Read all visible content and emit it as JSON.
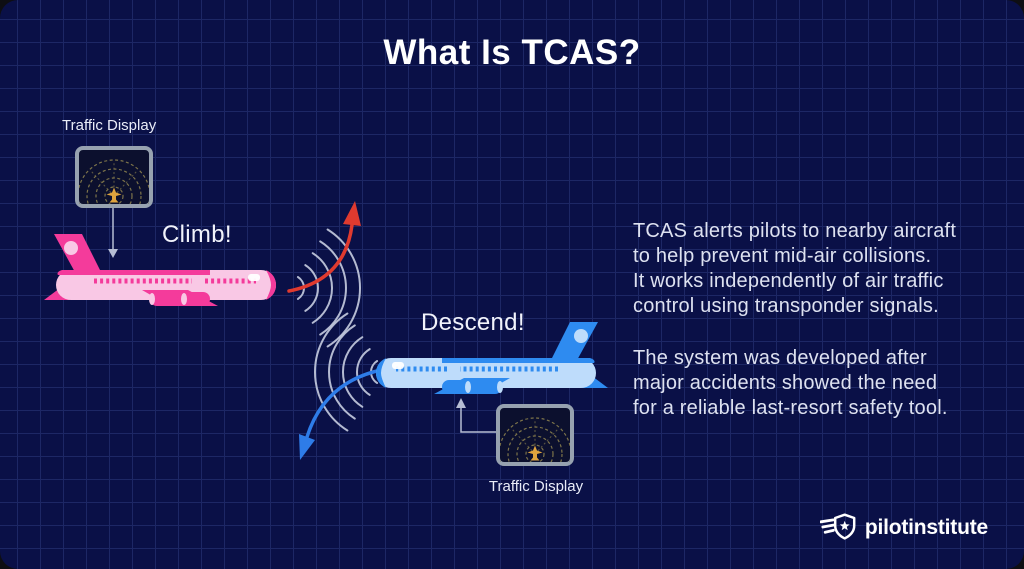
{
  "title": "What Is TCAS?",
  "scene": {
    "top_display_label": "Traffic Display",
    "bottom_display_label": "Traffic Display",
    "climb_label": "Climb!",
    "descend_label": "Descend!"
  },
  "description": {
    "paragraph_1": "TCAS alerts pilots to nearby aircraft\nto help prevent mid-air collisions.\nIt works independently of air traffic\ncontrol using transponder signals.",
    "paragraph_2": "The system was developed after\nmajor accidents showed the need\nfor a reliable last-resort safety tool."
  },
  "footer": {
    "brand_name": "pilotinstitute"
  },
  "icons": {
    "radar_screen": "radar-display-icon",
    "climb_arrow": "climb-arrow-icon",
    "descend_arrow": "descend-arrow-icon",
    "signal_waves": "signal-waves-icon",
    "brand_badge": "winged-shield-star-icon"
  },
  "colors": {
    "background": "#0a1047",
    "grid_line": "#1d2765",
    "title_text": "#ffffff",
    "body_text": "#dde1f0",
    "pink_primary": "#f43b9b",
    "pink_light": "#f9c8e5",
    "blue_primary": "#2e8bf0",
    "blue_light": "#bedcfb",
    "climb_arrow_red": "#e03a2f",
    "descend_arrow_blue": "#2e7ce8",
    "signal_wave": "#c6cde0",
    "display_border": "#97a2b0",
    "display_screen": "#0c102e",
    "radar_ring": "#7d744a",
    "radar_aircraft": "#dfa43e"
  }
}
